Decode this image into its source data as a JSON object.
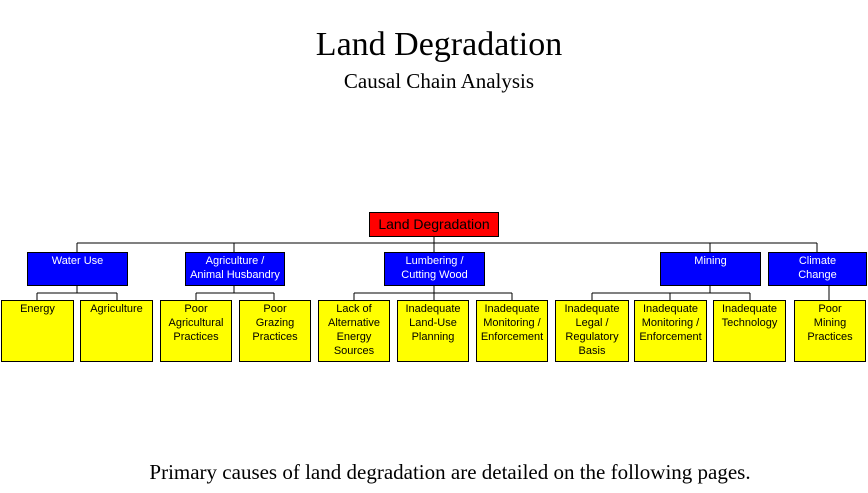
{
  "title": "Land Degradation",
  "subtitle": "Causal Chain Analysis",
  "root": "Land Degradation",
  "categories": [
    {
      "label": "Water Use",
      "children": [
        "Energy",
        "Agriculture"
      ]
    },
    {
      "label": "Agriculture /\nAnimal Husbandry",
      "children": [
        "Poor\nAgricultural\nPractices",
        "Poor\nGrazing\nPractices"
      ]
    },
    {
      "label": "Lumbering /\nCutting Wood",
      "children": [
        "Lack of\nAlternative\nEnergy\nSources",
        "Inadequate\nLand-Use\nPlanning",
        "Inadequate\nMonitoring /\nEnforcement"
      ]
    },
    {
      "label": "Mining",
      "children": [
        "Inadequate\nLegal /\nRegulatory\nBasis",
        "Inadequate\nMonitoring /\nEnforcement",
        "Inadequate\nTechnology"
      ]
    },
    {
      "label": "Climate\nChange",
      "children": [
        "Poor\nMining\nPractices"
      ]
    }
  ],
  "footer": "Primary causes of land degradation are detailed on the following pages.",
  "colors": {
    "root": "#ff0000",
    "category": "#0000ff",
    "leaf": "#ffff00"
  }
}
